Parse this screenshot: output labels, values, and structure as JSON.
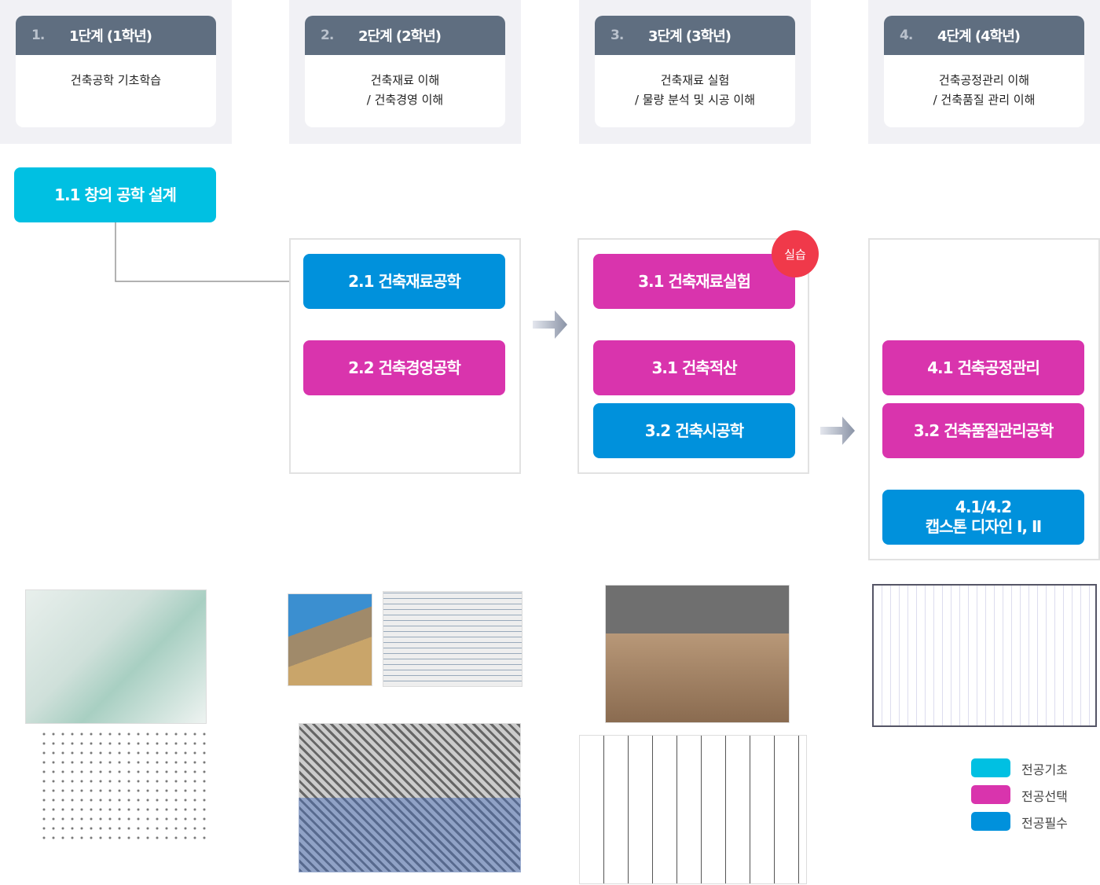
{
  "stages": [
    {
      "num": "1.",
      "title": "1단계 (1학년)",
      "desc": [
        "건축공학 기초학습"
      ]
    },
    {
      "num": "2.",
      "title": "2단계 (2학년)",
      "desc": [
        "건축재료 이해",
        "/ 건축경영 이해"
      ]
    },
    {
      "num": "3.",
      "title": "3단계 (3학년)",
      "desc": [
        "건축재료 실험",
        "/ 물량 분석 및 시공 이해"
      ]
    },
    {
      "num": "4.",
      "title": "4단계 (4학년)",
      "desc": [
        "건축공정관리 이해",
        "/ 건축품질 관리 이해"
      ]
    }
  ],
  "courses": {
    "c11": "1.1 창의 공학 설계",
    "c21": "2.1 건축재료공학",
    "c22": "2.2 건축경영공학",
    "c31a": "3.1 건축재료실험",
    "c31b": "3.1 건축적산",
    "c32": "3.2 건축시공학",
    "c41": "4.1 건축공정관리",
    "c42": "3.2 건축품질관리공학",
    "capstone": [
      "4.1/4.2",
      "캡스톤 디자인 Ⅰ, Ⅱ"
    ]
  },
  "badge": "실습",
  "legend": [
    {
      "label": "전공기초",
      "color": "#00c0e2"
    },
    {
      "label": "전공선택",
      "color": "#d934ad"
    },
    {
      "label": "전공필수",
      "color": "#0091dc"
    }
  ]
}
